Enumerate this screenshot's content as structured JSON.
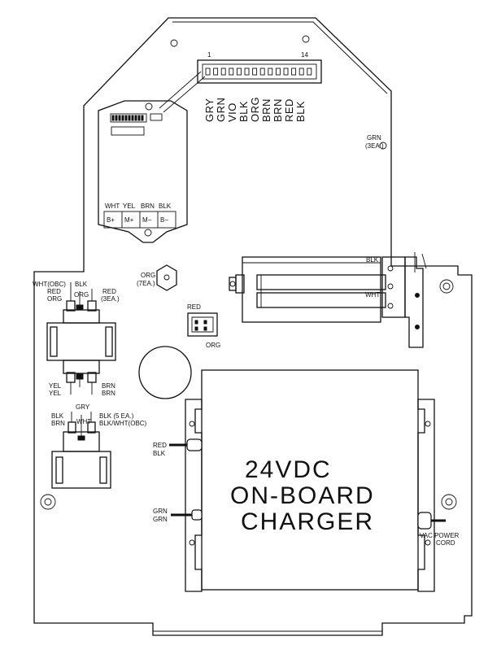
{
  "connector": {
    "pin_first": "1",
    "pin_last": "14"
  },
  "wire_colors": [
    "GRY",
    "GRN",
    "VIO",
    "BLK",
    "ORG",
    "BRN",
    "BRN",
    "RED",
    "BLK"
  ],
  "controller": {
    "top_labels": [
      "WHT",
      "YEL",
      "BRN",
      "BLK"
    ],
    "terminals": [
      "B+",
      "M+",
      "M−",
      "B−"
    ]
  },
  "labels": {
    "grn_3ea": [
      "GRN",
      "(3EA.)"
    ],
    "org_7ea": [
      "ORG",
      "(7EA.)"
    ],
    "red": "RED",
    "org": "ORG",
    "blk_right": "BLK",
    "wht_right": "WHT",
    "relay1_left": [
      "WHT(OBC)",
      "RED",
      "ORG"
    ],
    "relay1_blk": "BLK",
    "relay1_right": [
      "RED",
      "(3EA.)"
    ],
    "relay1_bottom_left": [
      "YEL",
      "YEL"
    ],
    "relay1_bottom_right": [
      "BRN",
      "BRN"
    ],
    "relay2_gry": "GRY",
    "relay2_left": [
      "BLK",
      "BRN"
    ],
    "relay2_wht": "WHT",
    "relay2_right": [
      "BLK (5 EA.)",
      "BLK/WHT(OBC)"
    ],
    "charger_red_blk": [
      "RED",
      "BLK"
    ],
    "charger_grn_grn": [
      "GRN",
      "GRN"
    ],
    "ac_cord": [
      "VAC POWER",
      "CORD"
    ]
  },
  "charger": {
    "lines": [
      "24VDC",
      "ON-BOARD",
      "CHARGER"
    ]
  }
}
